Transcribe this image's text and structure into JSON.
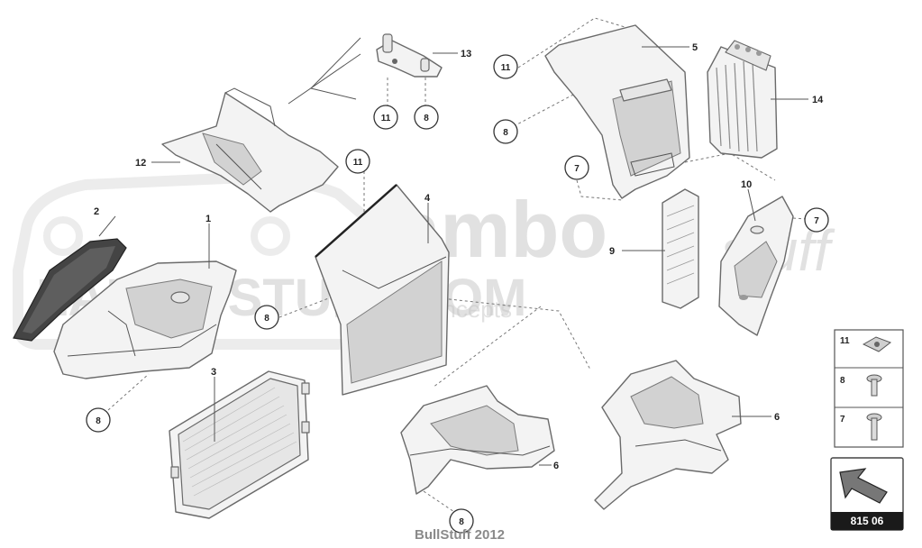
{
  "watermark": {
    "brand_main": "lambo",
    "brand_script": "stuff",
    "site": "LAMBOSTUFF.COM",
    "tagline": "By J&J Concepts"
  },
  "callouts": [
    {
      "id": "c11a",
      "label": "11"
    },
    {
      "id": "c8a",
      "label": "8"
    },
    {
      "id": "c11b",
      "label": "11"
    },
    {
      "id": "c8b",
      "label": "8"
    },
    {
      "id": "c11c",
      "label": "11"
    },
    {
      "id": "c8c",
      "label": "8"
    },
    {
      "id": "c7a",
      "label": "7"
    },
    {
      "id": "c7b",
      "label": "7"
    },
    {
      "id": "c8d",
      "label": "8"
    },
    {
      "id": "c8e",
      "label": "8"
    }
  ],
  "part_labels": {
    "p1": "1",
    "p2": "2",
    "p3": "3",
    "p4": "4",
    "p5": "5",
    "p6a": "6",
    "p6b": "6",
    "p9": "9",
    "p10": "10",
    "p12": "12",
    "p13": "13",
    "p14": "14"
  },
  "legend": [
    {
      "label": "11",
      "icon": "clip-nut-icon"
    },
    {
      "label": "8",
      "icon": "screw-icon"
    },
    {
      "label": "7",
      "icon": "bolt-icon"
    }
  ],
  "diagram_code": "815 06",
  "footer": "BullStuff 2012"
}
